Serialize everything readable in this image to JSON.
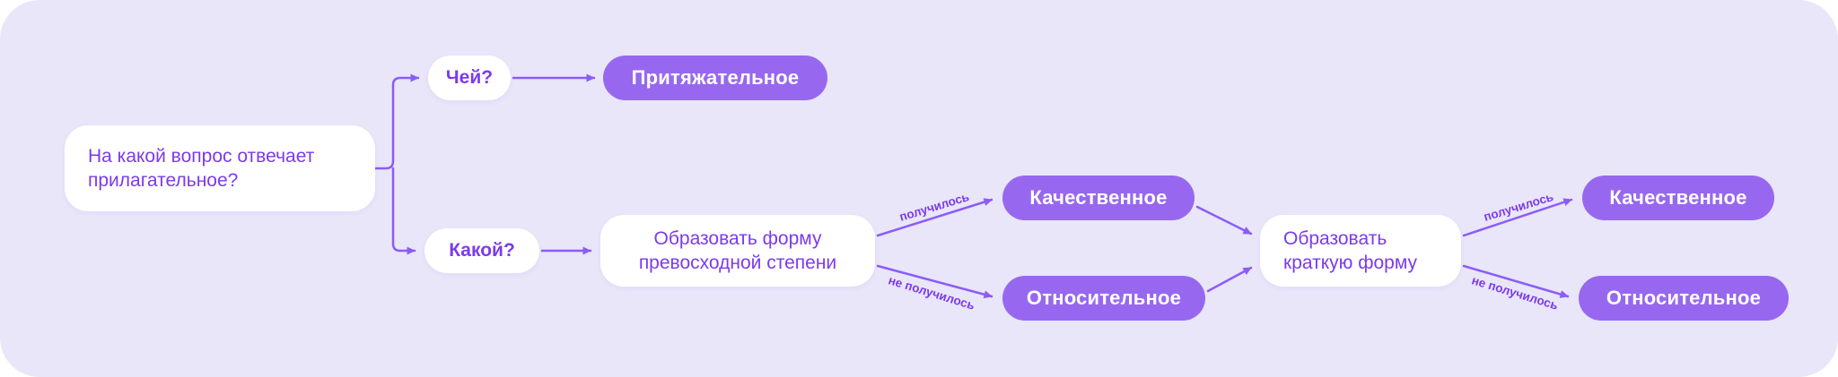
{
  "colors": {
    "page_bg": "#ffffff",
    "panel_bg": "#e8e6f8",
    "accent": "#8b5cf6",
    "pill_bg": "#9768ef",
    "pill_text": "#ffffff",
    "box_bg": "#ffffff",
    "box_text": "#7c3aed"
  },
  "nodes": {
    "root": {
      "label": "На какой вопрос отвечает прилагательное?"
    },
    "question_whose": {
      "label": "Чей?"
    },
    "possessive": {
      "label": "Притяжательное"
    },
    "question_which": {
      "label": "Какой?"
    },
    "superlative_step": {
      "label": "Образовать форму превосходной степени"
    },
    "qualitative_1": {
      "label": "Качественное"
    },
    "relative_1": {
      "label": "Относительное"
    },
    "short_form_step": {
      "label": "Образовать краткую форму"
    },
    "qualitative_2": {
      "label": "Качественное"
    },
    "relative_2": {
      "label": "Относительное"
    }
  },
  "edge_labels": {
    "succeeded_1": "получилось",
    "failed_1": "не получилось",
    "succeeded_2": "получилось",
    "failed_2": "не получилось"
  }
}
